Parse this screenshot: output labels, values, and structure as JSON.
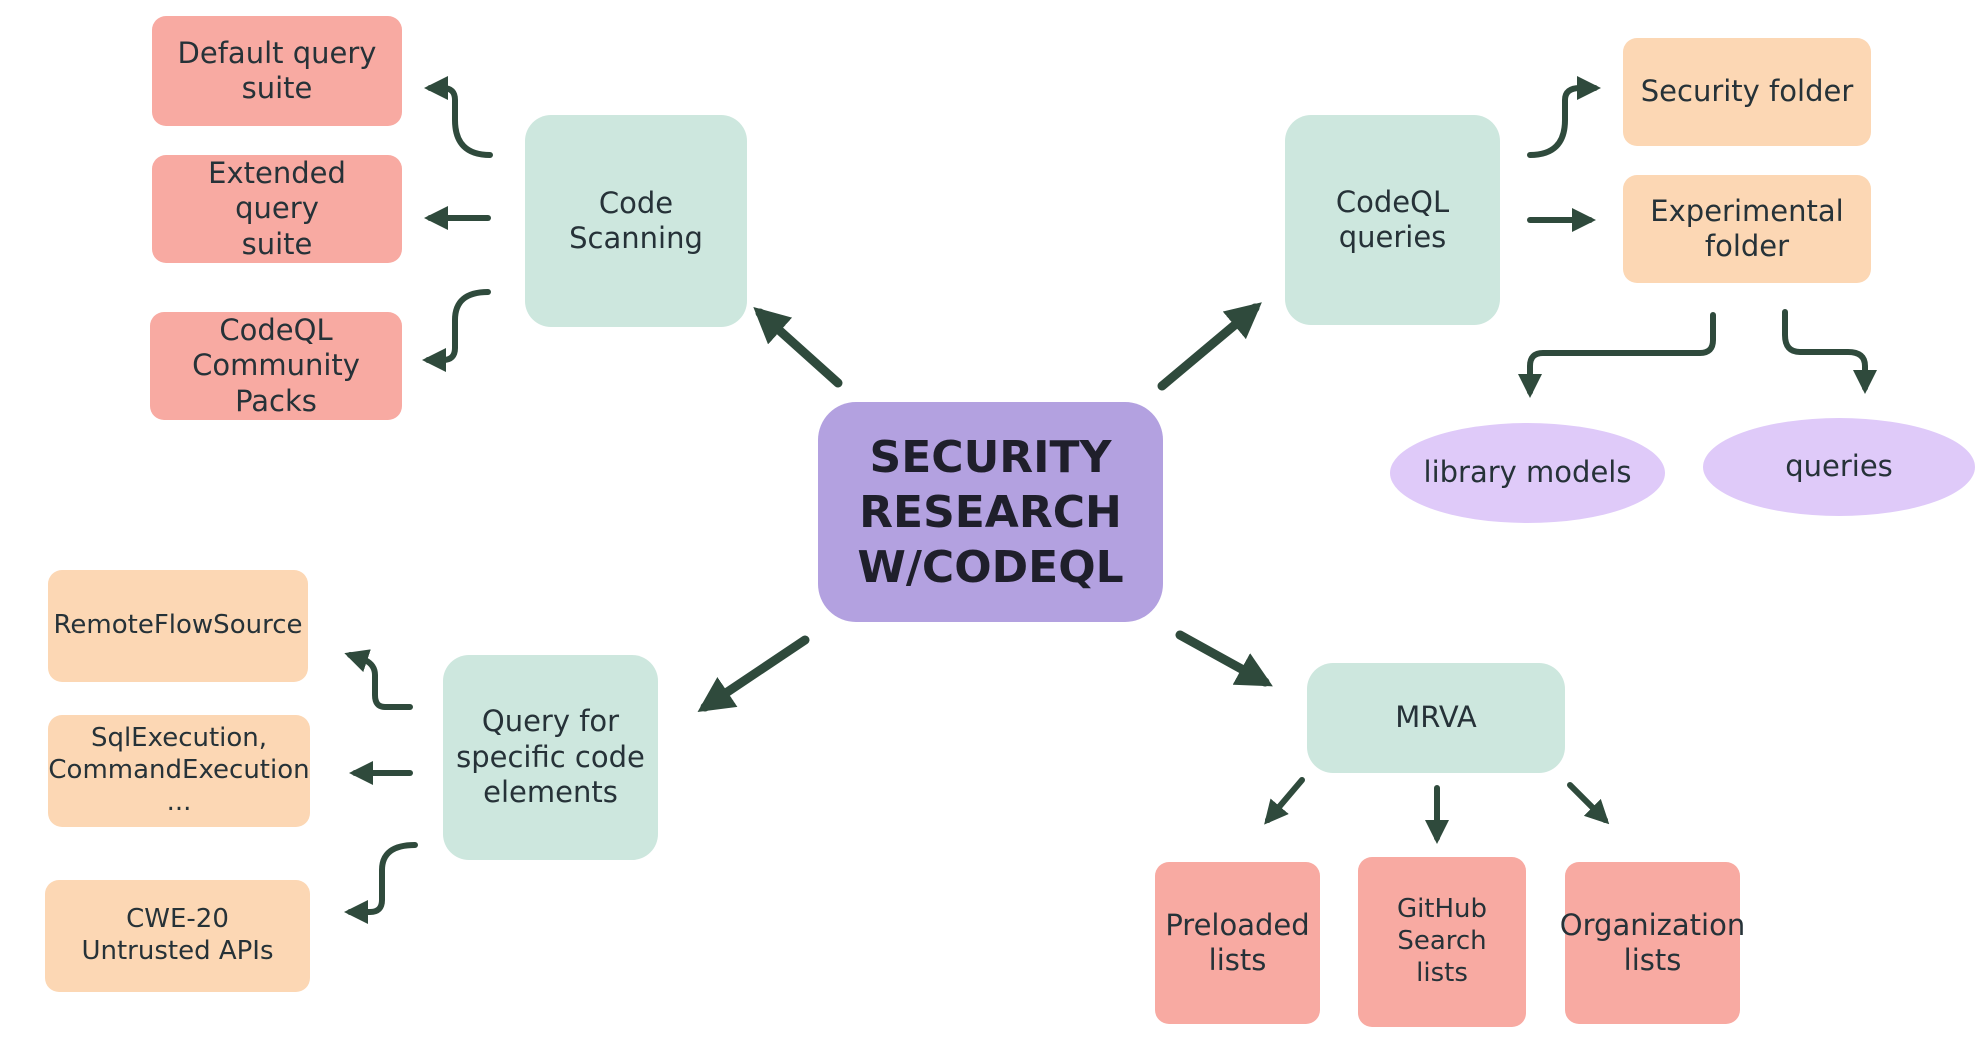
{
  "central": "SECURITY\nRESEARCH\nW/CODEQL",
  "code_scanning": {
    "title": "Code Scanning",
    "items": [
      "Default query\nsuite",
      "Extended query\nsuite",
      "CodeQL\nCommunity Packs"
    ]
  },
  "codeql_queries": {
    "title": "CodeQL\nqueries",
    "folders": [
      "Security folder",
      "Experimental\nfolder"
    ],
    "experimental_children": [
      "library models",
      "queries"
    ]
  },
  "query_specific": {
    "title": "Query for\nspecific code\nelements",
    "items": [
      "RemoteFlowSource",
      "SqlExecution,\nCommandExecution\n...",
      "CWE-20\nUntrusted APIs"
    ]
  },
  "mrva": {
    "title": "MRVA",
    "items": [
      "Preloaded\nlists",
      "GitHub\nSearch lists",
      "Organization\nlists"
    ]
  },
  "colors": {
    "arrow": "#2f4a3c",
    "red_box": "#f8aaa2",
    "peach_box": "#fcd7b4",
    "mint_box": "#cde7de",
    "purple_box": "#b3a1e0",
    "lavender_ellipse": "#dfcaf9"
  }
}
